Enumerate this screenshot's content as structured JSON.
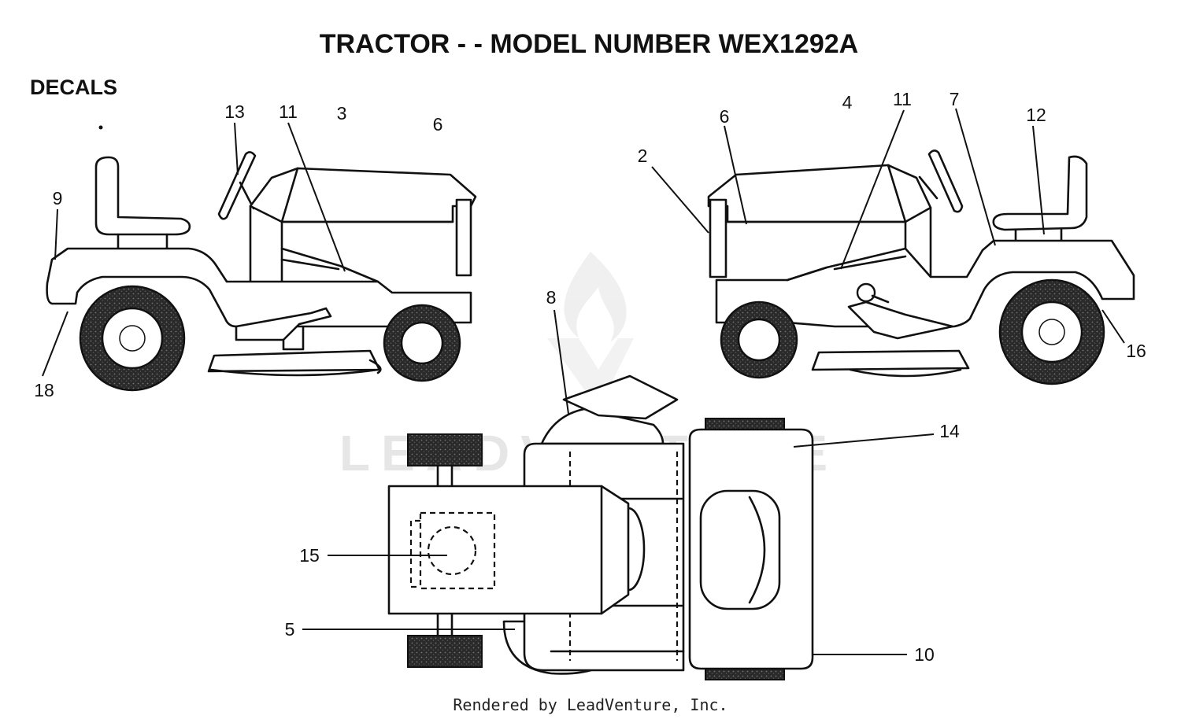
{
  "header": {
    "title": "TRACTOR - - MODEL NUMBER WEX1292A",
    "section": "DECALS"
  },
  "callouts": {
    "c13": "13",
    "c11a": "11",
    "c3": "3",
    "c6a": "6",
    "c9": "9",
    "c18": "18",
    "c6b": "6",
    "c4": "4",
    "c11b": "11",
    "c7": "7",
    "c12": "12",
    "c2": "2",
    "c16": "16",
    "c8": "8",
    "c14": "14",
    "c15": "15",
    "c5": "5",
    "c10": "10"
  },
  "watermark": "LEADVENTURE",
  "footer": "Rendered by LeadVenture, Inc.",
  "colors": {
    "ink": "#111111",
    "tire": "#2a2a2a",
    "watermark": "#e6e6e6"
  }
}
